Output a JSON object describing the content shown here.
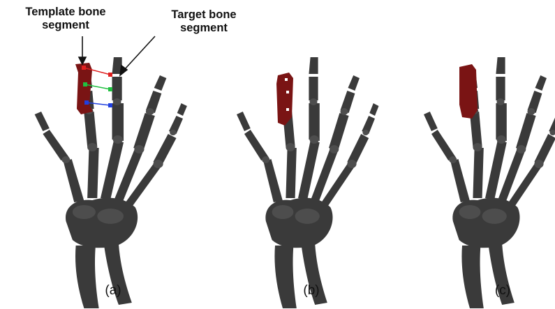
{
  "figure": {
    "callouts": {
      "template": {
        "line1": "Template bone",
        "line2": "segment"
      },
      "target": {
        "line1": "Target bone",
        "line2": "segment"
      }
    },
    "panels": [
      {
        "id": "a",
        "label": "(a)"
      },
      {
        "id": "b",
        "label": "(b)"
      },
      {
        "id": "c",
        "label": "(c)"
      }
    ],
    "colors": {
      "bone": "#3a3a3a",
      "bone_highlight": "#4d4d4d",
      "template_segment": "#7a1414",
      "landmark_red": "#e02020",
      "landmark_green": "#20c040",
      "landmark_blue": "#2040e0",
      "arrow": "#111111"
    }
  }
}
